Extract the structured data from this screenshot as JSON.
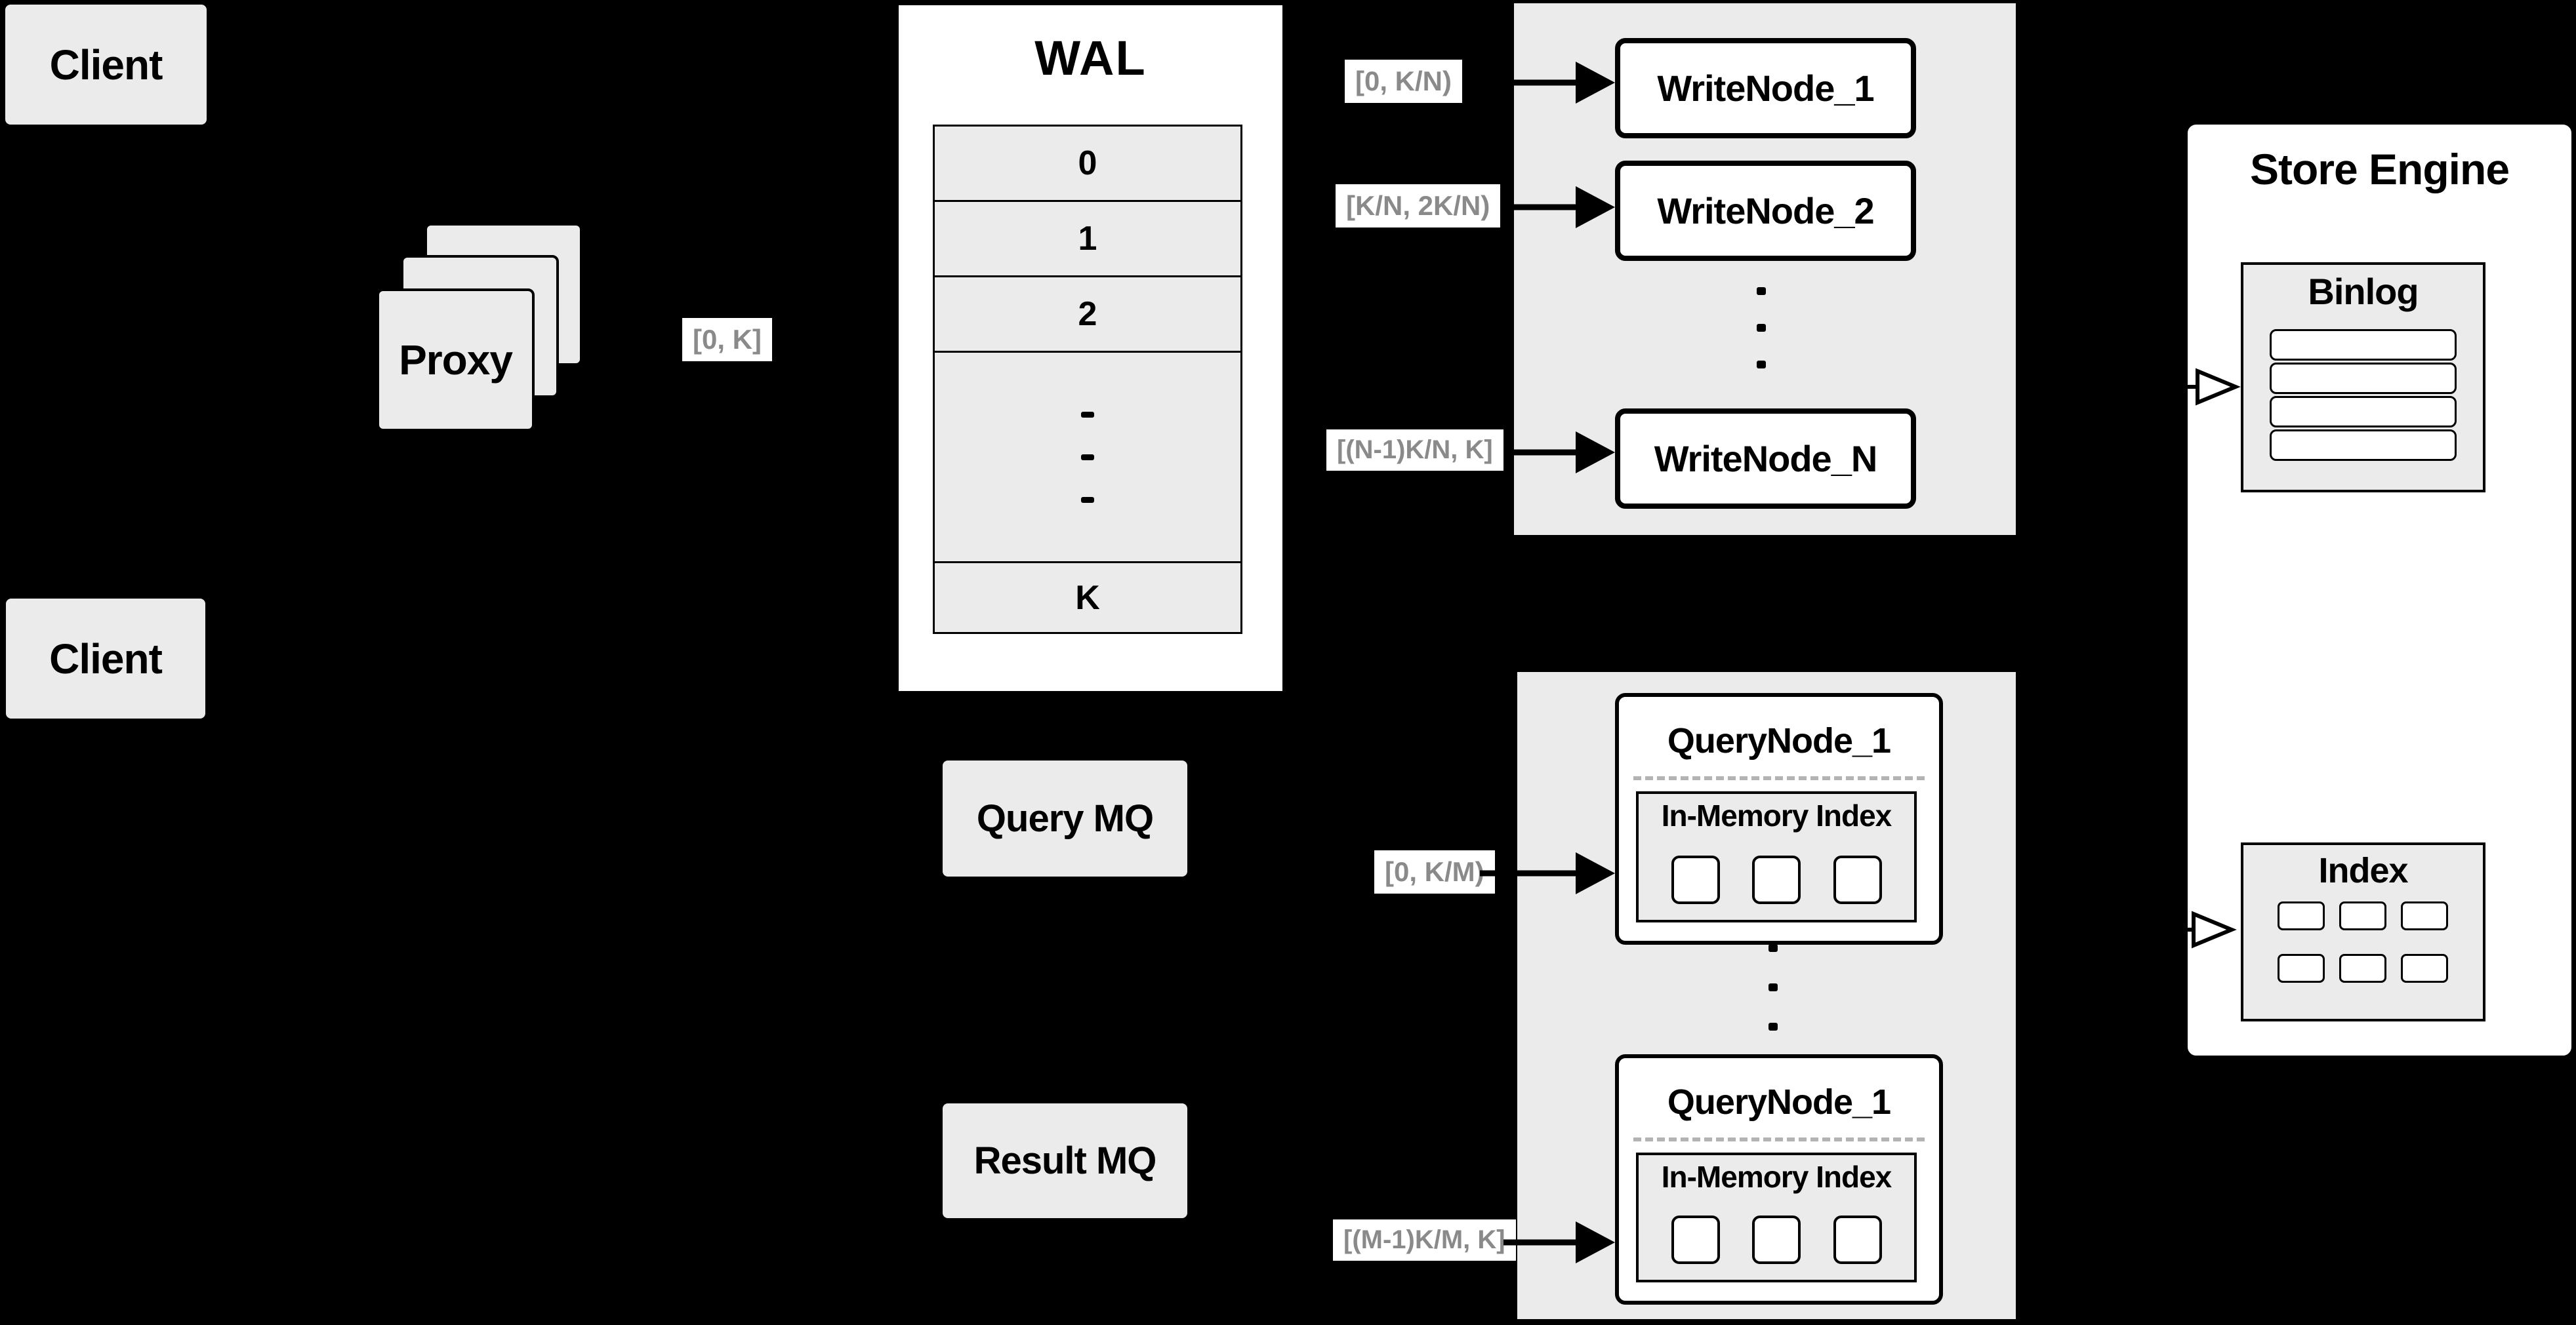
{
  "colors": {
    "bg": "#000000",
    "panel": "#ebebeb",
    "white": "#ffffff",
    "ink": "#000000",
    "muted": "#8a8a8a"
  },
  "clients": {
    "top": "Client",
    "bottom": "Client"
  },
  "proxy": {
    "label": "Proxy",
    "range": "[0, K]"
  },
  "wal": {
    "title": "WAL",
    "rows": [
      "0",
      "1",
      "2",
      "K"
    ]
  },
  "write_cluster": {
    "nodes": [
      {
        "label": "WriteNode_1",
        "range": "[0, K/N)"
      },
      {
        "label": "WriteNode_2",
        "range": "[K/N, 2K/N)"
      },
      {
        "label": "WriteNode_N",
        "range": "[(N-1)K/N, K]"
      }
    ]
  },
  "mq": {
    "query": "Query MQ",
    "result": "Result MQ"
  },
  "query_cluster": {
    "nodes": [
      {
        "label": "QueryNode_1",
        "inner_title": "In-Memory Index",
        "range": "[0, K/M)"
      },
      {
        "label": "QueryNode_1",
        "inner_title": "In-Memory Index",
        "range": "[(M-1)K/M, K]"
      }
    ]
  },
  "store_engine": {
    "title": "Store Engine",
    "binlog": {
      "title": "Binlog"
    },
    "index": {
      "title": "Index"
    }
  }
}
